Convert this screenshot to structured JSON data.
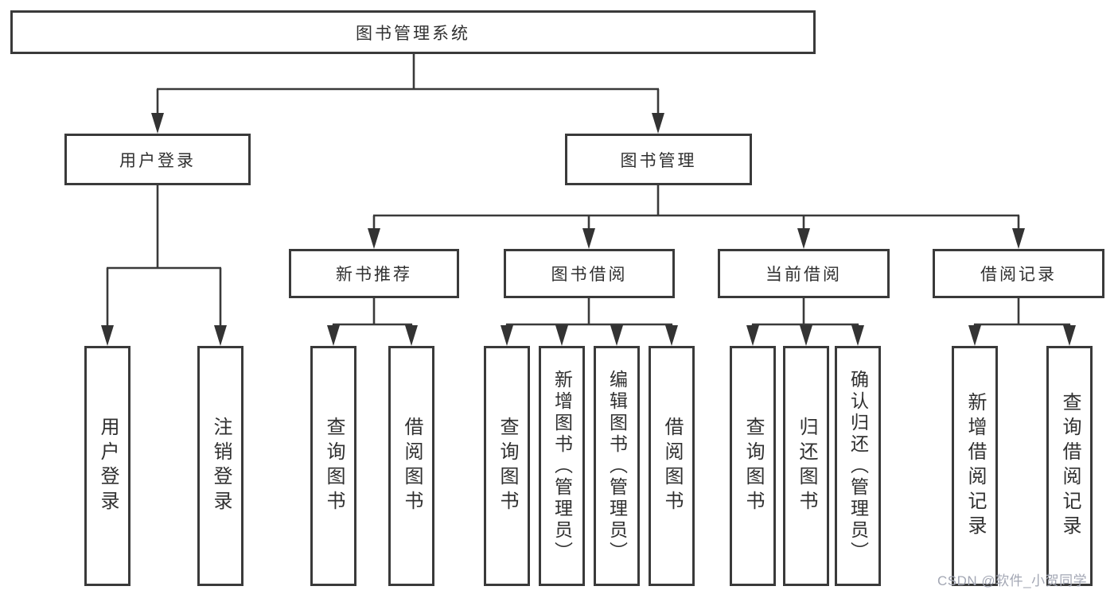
{
  "tree": {
    "root": "图书管理系统",
    "login": {
      "label": "用户登录",
      "children": [
        {
          "label": "用户登录"
        },
        {
          "label": "注销登录"
        }
      ]
    },
    "management": {
      "label": "图书管理",
      "sections": [
        {
          "label": "新书推荐",
          "children": [
            {
              "label": "查询图书"
            },
            {
              "label": "借阅图书"
            }
          ]
        },
        {
          "label": "图书借阅",
          "children": [
            {
              "label": "查询图书"
            },
            {
              "label": "新增图书（管理员）"
            },
            {
              "label": "编辑图书（管理员）"
            },
            {
              "label": "借阅图书"
            }
          ]
        },
        {
          "label": "当前借阅",
          "children": [
            {
              "label": "查询图书"
            },
            {
              "label": "归还图书"
            },
            {
              "label": "确认归还（管理员）"
            }
          ]
        },
        {
          "label": "借阅记录",
          "children": [
            {
              "label": "新增借阅记录"
            },
            {
              "label": "查询借阅记录"
            }
          ]
        }
      ]
    }
  },
  "watermark": "CSDN @软件_小贺同学",
  "colors": {
    "line": "#3a3a3a",
    "text": "#303030",
    "background": "#ffffff",
    "watermark": "#a3a7b4"
  }
}
